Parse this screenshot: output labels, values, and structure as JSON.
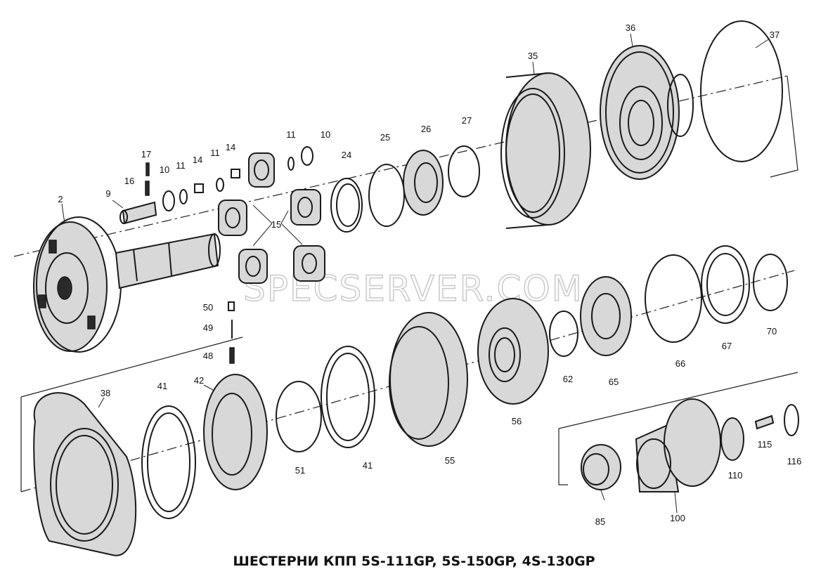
{
  "watermark": "SPECSERVER.COM",
  "caption": "ШЕСТЕРНИ КПП 5S-111GP, 5S-150GP, 4S-130GP",
  "labels": [
    "2",
    "9",
    "16",
    "17",
    "10",
    "11",
    "14",
    "11",
    "14",
    "11",
    "10",
    "15",
    "24",
    "25",
    "26",
    "27",
    "35",
    "36",
    "37",
    "50",
    "49",
    "48",
    "38",
    "41",
    "42",
    "51",
    "41",
    "55",
    "56",
    "62",
    "65",
    "66",
    "67",
    "70",
    "85",
    "100",
    "110",
    "115",
    "116"
  ]
}
